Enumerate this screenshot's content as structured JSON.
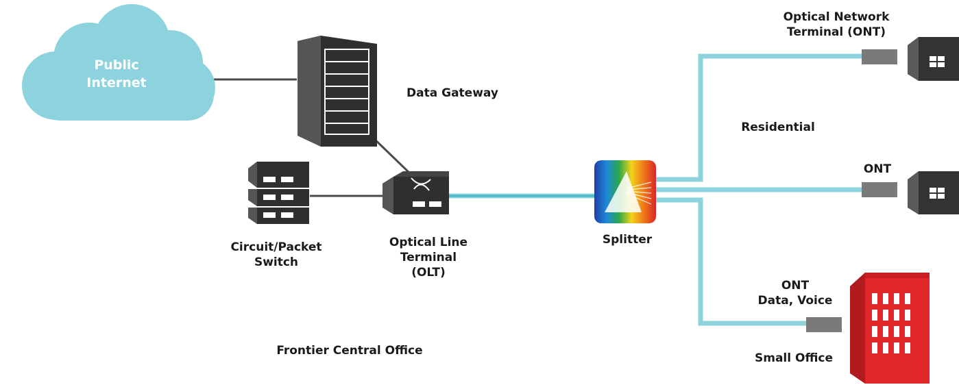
{
  "diagram": {
    "cloud": {
      "line1": "Public",
      "line2": "Internet"
    },
    "gateway": {
      "label": "Data Gateway"
    },
    "switch": {
      "line1": "Circuit/Packet",
      "line2": "Switch"
    },
    "olt": {
      "line1": "Optical Line",
      "line2": "Terminal",
      "line3": "(OLT)"
    },
    "splitter": {
      "label": "Splitter"
    },
    "ont_top": {
      "line1": "Optical Network",
      "line2": "Terminal (ONT)"
    },
    "residential": {
      "label": "Residential"
    },
    "ont_mid": {
      "label": "ONT"
    },
    "ont_bottom": {
      "line1": "ONT",
      "line2": "Data, Voice"
    },
    "small_office": {
      "label": "Small Office"
    },
    "central_office": {
      "label": "Frontier Central Office"
    }
  },
  "colors": {
    "fiber": "#8dd3dd",
    "cloud": "#8dd3dd",
    "device": "#3a3a3a",
    "ont_box": "#7a7a7a",
    "office_building": "#e0252b"
  }
}
